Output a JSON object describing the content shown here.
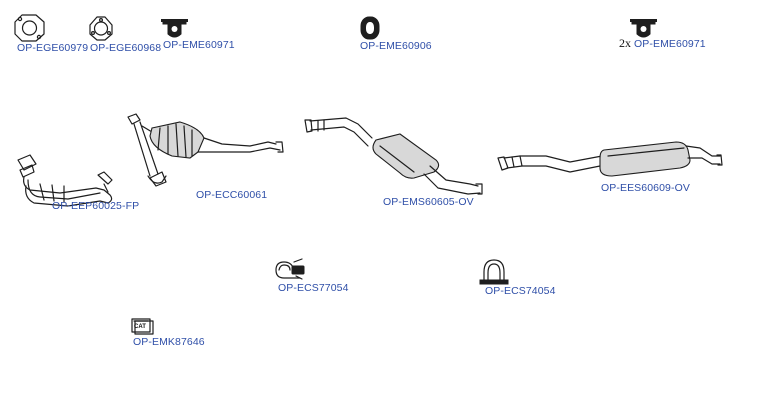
{
  "parts": [
    {
      "id": "gasket-1",
      "code": "OP-EGE60979",
      "icon": "gasket-icon"
    },
    {
      "id": "gasket-2",
      "code": "OP-EGE60968",
      "icon": "gasket-icon"
    },
    {
      "id": "mount-1",
      "code": "OP-EME60971",
      "icon": "rubber-mount-icon"
    },
    {
      "id": "mount-2",
      "code": "OP-EME60906",
      "icon": "rubber-ring-icon"
    },
    {
      "id": "mount-3",
      "code": "OP-EME60971",
      "icon": "rubber-mount-icon",
      "quantity": "2x"
    },
    {
      "id": "front-pipe",
      "code": "OP-EEP60025-FP",
      "icon": "front-pipe-icon"
    },
    {
      "id": "catalyst",
      "code": "OP-ECC60061",
      "icon": "catalytic-converter-icon"
    },
    {
      "id": "middle-silencer",
      "code": "OP-EMS60605-OV",
      "icon": "middle-silencer-icon"
    },
    {
      "id": "rear-silencer",
      "code": "OP-EES60609-OV",
      "icon": "rear-silencer-icon"
    },
    {
      "id": "clamp-1",
      "code": "OP-ECS77054",
      "icon": "clamp-icon"
    },
    {
      "id": "clamp-2",
      "code": "OP-ECS74054",
      "icon": "clamp-icon"
    },
    {
      "id": "mounting-kit",
      "code": "OP-EMK87646",
      "icon": "mounting-kit-icon",
      "badge": "CAT"
    }
  ],
  "colors": {
    "label": "#2f4fa8",
    "line": "#1e1e1e"
  }
}
